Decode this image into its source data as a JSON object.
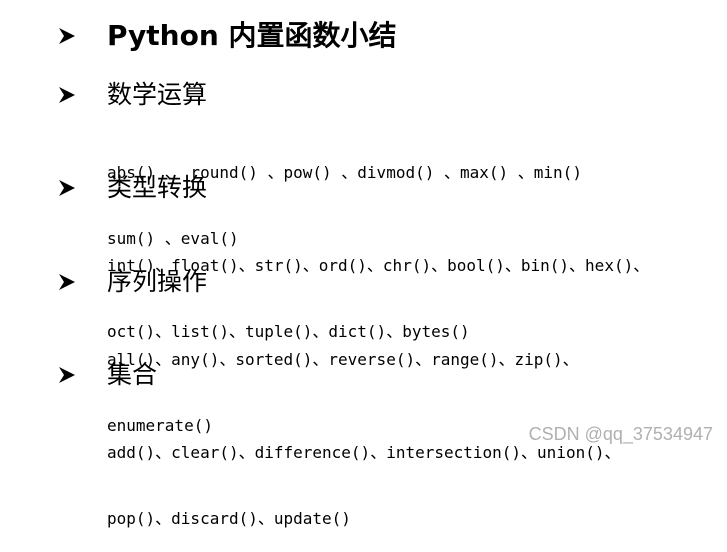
{
  "title": "Python 内置函数小结",
  "sections": [
    {
      "heading": "数学运算",
      "lines": [
        "abs() 、 round() 、pow() 、divmod() 、max() 、min()",
        "sum() 、eval()"
      ]
    },
    {
      "heading": "类型转换",
      "lines": [
        "int()、float()、str()、ord()、chr()、bool()、bin()、hex()、",
        "oct()、list()、tuple()、dict()、bytes()"
      ]
    },
    {
      "heading": "序列操作",
      "lines": [
        "all()、any()、sorted()、reverse()、range()、zip()、",
        "enumerate()"
      ]
    },
    {
      "heading": "集合",
      "lines": [
        "add()、clear()、difference()、intersection()、union()、",
        "pop()、discard()、update()"
      ]
    }
  ],
  "watermark": "CSDN @qq_37534947",
  "icons": {
    "bullet": "arrowhead-bullet-icon"
  }
}
